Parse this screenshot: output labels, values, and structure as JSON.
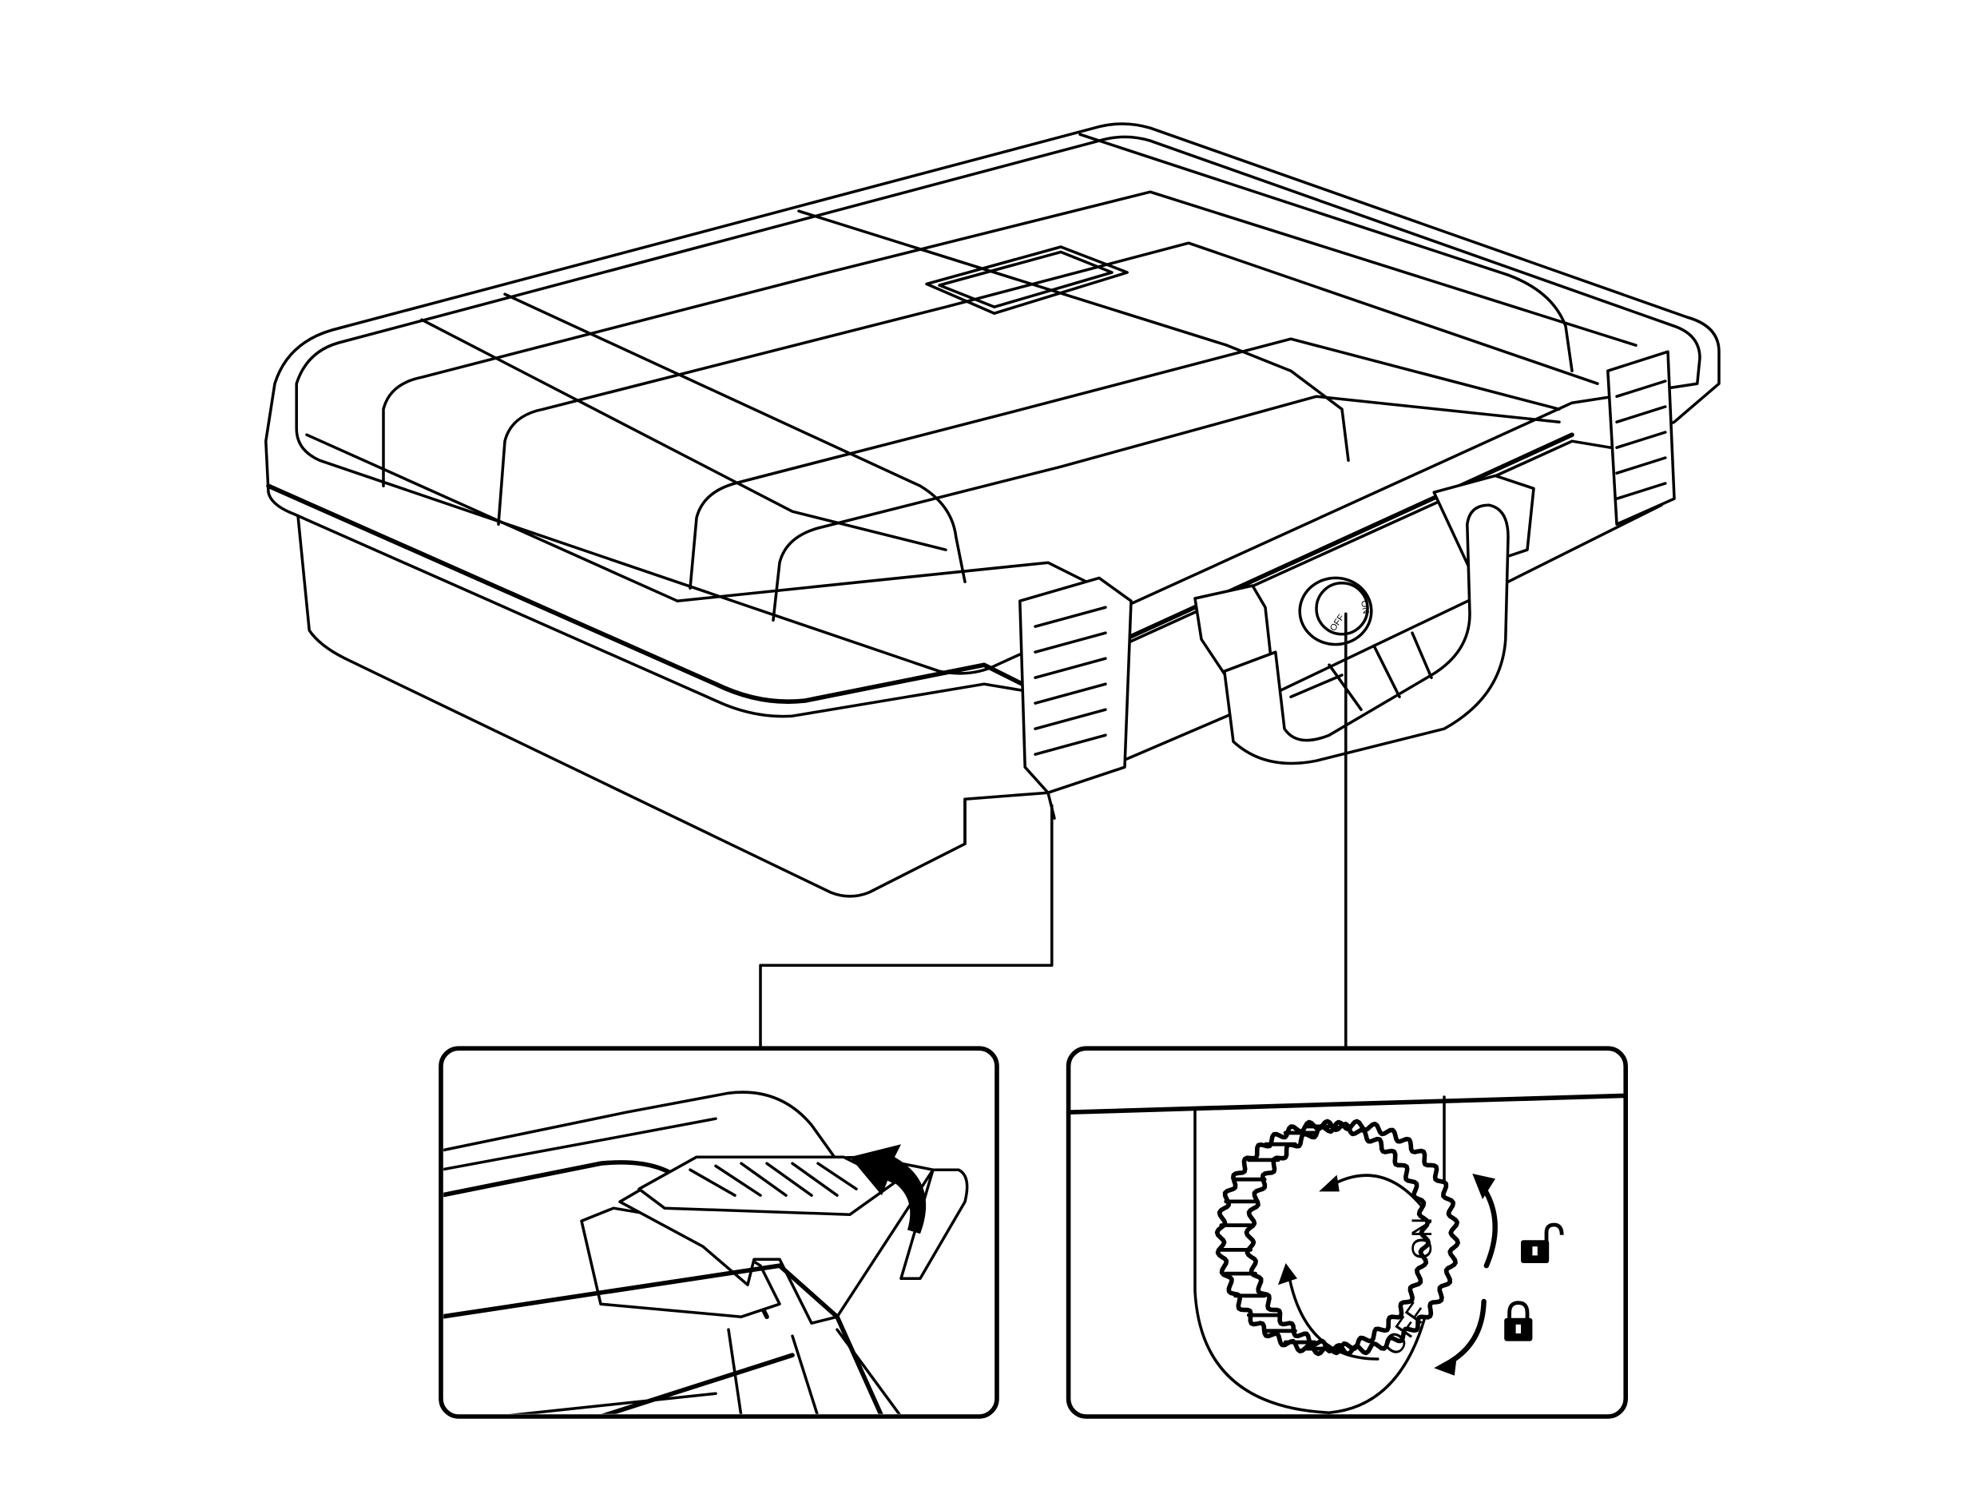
{
  "case_dial_labels": {
    "off": "OFF",
    "on": "ON"
  },
  "detail_dial": {
    "on_label": "ON",
    "off_label": "OFF"
  },
  "icons": {
    "unlock": "padlock-open-icon",
    "lock": "padlock-closed-icon",
    "rotate_up": "curved-arrow-up-icon",
    "rotate_down": "curved-arrow-down-icon",
    "latch_lift": "curved-arrow-icon"
  },
  "colors": {
    "line": "#000000",
    "background": "#ffffff"
  }
}
